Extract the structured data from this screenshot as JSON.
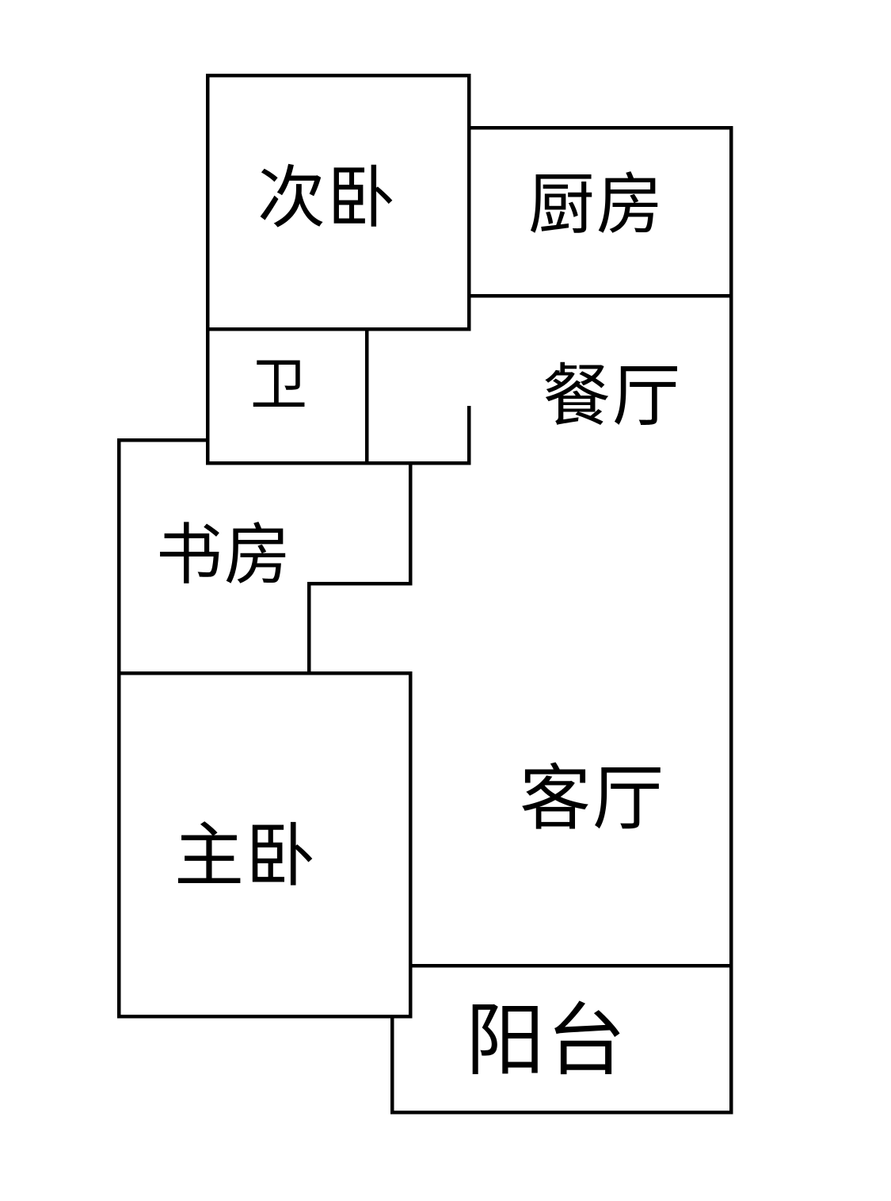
{
  "document": {
    "type": "apartment-floor-plan",
    "background_color": "#ffffff",
    "wall_color": "#000000",
    "text_color": "#000000"
  },
  "rooms": [
    {
      "id": "secondary-bedroom",
      "label": "次卧"
    },
    {
      "id": "kitchen",
      "label": "厨房"
    },
    {
      "id": "bathroom",
      "label": "卫"
    },
    {
      "id": "dining-room",
      "label": "餐厅"
    },
    {
      "id": "study",
      "label": "书房"
    },
    {
      "id": "living-room",
      "label": "客厅"
    },
    {
      "id": "master-bedroom",
      "label": "主卧"
    },
    {
      "id": "balcony",
      "label": "阳台"
    }
  ]
}
